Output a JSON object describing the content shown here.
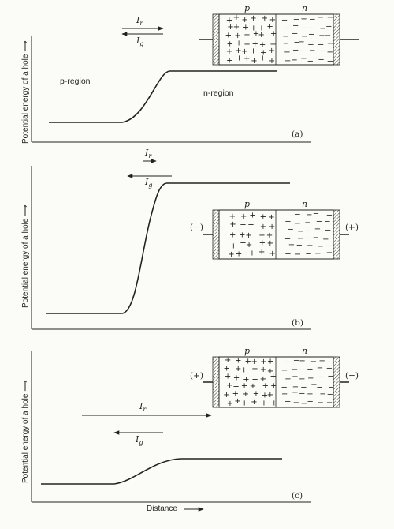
{
  "panels": [
    {
      "id": "a",
      "caption": "(a)",
      "y_label": "Potential energy of a hole",
      "p_region_label": "p-region",
      "n_region_label": "n-region",
      "current_r_label": "I",
      "current_r_sub": "r",
      "current_g_label": "I",
      "current_g_sub": "g",
      "p_label": "p",
      "n_label": "n"
    },
    {
      "id": "b",
      "caption": "(b)",
      "y_label": "Potential energy of a hole",
      "current_r_label": "I",
      "current_r_sub": "r",
      "current_g_label": "I",
      "current_g_sub": "g",
      "p_label": "p",
      "n_label": "n",
      "left_terminal": "(−)",
      "right_terminal": "(+)"
    },
    {
      "id": "c",
      "caption": "(c)",
      "y_label": "Potential energy of a hole",
      "current_r_label": "I",
      "current_r_sub": "r",
      "current_g_label": "I",
      "current_g_sub": "g",
      "p_label": "p",
      "n_label": "n",
      "left_terminal": "(+)",
      "right_terminal": "(−)"
    }
  ],
  "x_axis_label": "Distance"
}
